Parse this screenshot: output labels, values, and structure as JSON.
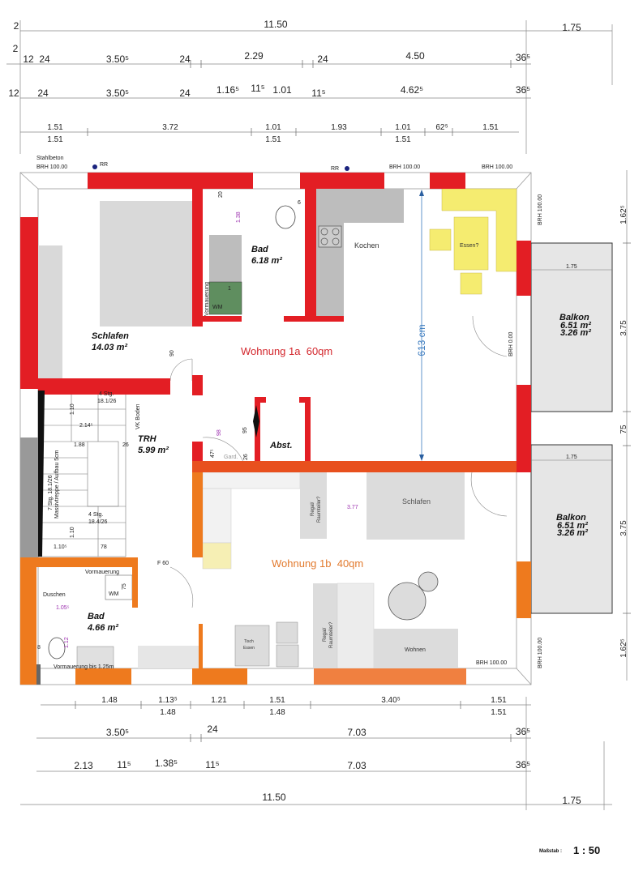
{
  "colors": {
    "wall_1a": "#e31e24",
    "wall_1b": "#ee7a1e",
    "wall_divider": "#e8501e",
    "furniture": "#dcdcdc",
    "yellow": "#f5ec70",
    "green": "#5a8a5a",
    "balcony": "#e6e6e6",
    "blue_dim": "#3b7bbf",
    "purple": "#9b2fae"
  },
  "dims_top": {
    "r1": [
      "2",
      "11.50",
      "1.75"
    ],
    "r2": [
      "2",
      "12",
      "24",
      "3.50⁵",
      "24",
      "2.29",
      "24",
      "4.50",
      "36⁵"
    ],
    "r3": [
      "12",
      "24",
      "3.50⁵",
      "24",
      "1.16⁵",
      "11⁵",
      "1.01",
      "11⁵",
      "4.62⁵",
      "36⁵"
    ],
    "r4": [
      "1.51",
      "3.72",
      "1.01",
      "1.93",
      "1.01",
      "62⁵",
      "1.51"
    ],
    "r4b": [
      "1.51",
      "1.51",
      "1.51"
    ]
  },
  "dims_bottom": {
    "r1": [
      "1.48",
      "1.13⁵",
      "1.21",
      "1.51",
      "3.40⁵",
      "1.51"
    ],
    "r1b": [
      "1.48",
      "1.48",
      "1.51"
    ],
    "r2": [
      "3.50⁵",
      "24",
      "7.03",
      "36⁵"
    ],
    "r3": [
      "2.13",
      "11⁵",
      "1.38⁵",
      "11⁵",
      "7.03",
      "36⁵"
    ],
    "r4": [
      "11.50",
      "1.75"
    ]
  },
  "dims_right": [
    "1.62⁵",
    "3.75",
    "75",
    "3.75",
    "1.62⁵"
  ],
  "annotations": {
    "stahlbeton": "Stahlbeton",
    "brh100": "BRH 100.00",
    "brh0": "BRH 0.00",
    "rr": "RR",
    "vormauerung": "Vormauerung",
    "vormauerung_bottom": "Vormauerung bis 1.25m",
    "wm": "WM",
    "d20": "20",
    "d138": "1.38",
    "d6": "6",
    "d90": "90",
    "d95": "95",
    "d98": "98",
    "d475": "47⁵",
    "d26": "26",
    "gard": "Gard.",
    "d613": "613 cm",
    "stair_top": "4 Stg.",
    "stair_top2": "18.1/26",
    "d110": "1.10",
    "d214": "2.14⁵",
    "vk": "VK Boden",
    "d188": "1.88",
    "stair_left": "7 Stg. 18.1/26",
    "massiv": "Massivtreppe / Aufbau 5cm",
    "stair_bot": "4 Stg.",
    "stair_bot2": "18.4/26",
    "d110b": "1.10",
    "d1105": "1.10⁵",
    "d78": "78",
    "f60": "F 60",
    "d75": "75",
    "duschen": "Duschen",
    "d105": "1.05⁵",
    "d112": "1.12",
    "d8": "8",
    "d377": "3.77",
    "d175a": "1.75",
    "d175b": "1.75",
    "one": "1"
  },
  "rooms": {
    "schlafen": {
      "name": "Schlafen",
      "area": "14.03 m²"
    },
    "bad1": {
      "name": "Bad",
      "area": "6.18 m²"
    },
    "kochen": "Kochen",
    "essen": "Essen?",
    "trh": {
      "name": "TRH",
      "area": "5.99 m²"
    },
    "abst": "Abst.",
    "bad2": {
      "name": "Bad",
      "area": "4.66 m²"
    },
    "balkon1": {
      "name": "Balkon",
      "a1": "6.51 m²",
      "a2": "3.26 m²"
    },
    "balkon2": {
      "name": "Balkon",
      "a1": "6.51 m²",
      "a2": "3.26 m²"
    },
    "schlafen_b": "Schlafen",
    "wohnen": "Wohnen",
    "regal": "Regal/",
    "raumteiler": "Raumteiler?",
    "tisch": "Tisch",
    "essen_b": "Essen"
  },
  "units": {
    "w1a": "Wohnung 1a  60qm",
    "w1b": "Wohnung 1b  40qm"
  },
  "scale": {
    "label": "Maßstab :",
    "value": "1 : 50"
  }
}
